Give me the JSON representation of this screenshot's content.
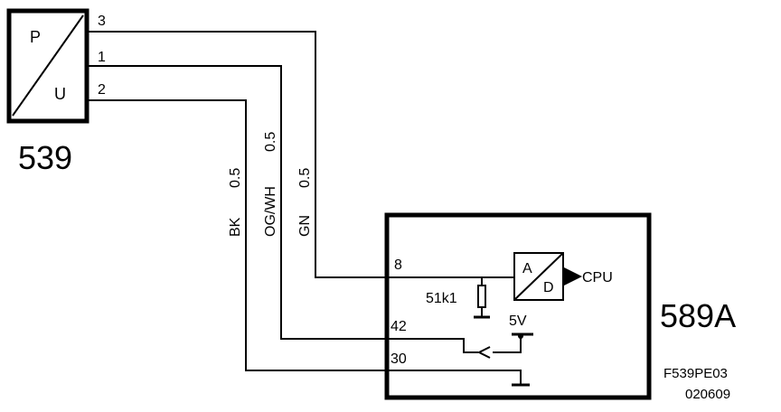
{
  "sensor": {
    "id": "539",
    "top_label": "P",
    "bottom_label": "U",
    "pins": {
      "top": "3",
      "middle": "1",
      "bottom": "2"
    }
  },
  "wires": [
    {
      "color": "BK",
      "size": "0.5"
    },
    {
      "color": "OG/WH",
      "size": "0.5"
    },
    {
      "color": "GN",
      "size": "0.5"
    }
  ],
  "module": {
    "id": "589A",
    "pins": {
      "signal": "8",
      "ref": "42",
      "ground": "30"
    },
    "resistor": "51k1",
    "supply": "5V",
    "adc": {
      "a": "A",
      "d": "D",
      "output": "CPU"
    }
  },
  "figure_code": {
    "line1": "F539PE03",
    "line2": "020609"
  },
  "colors": {
    "ink": "#000000",
    "paper": "#ffffff"
  }
}
